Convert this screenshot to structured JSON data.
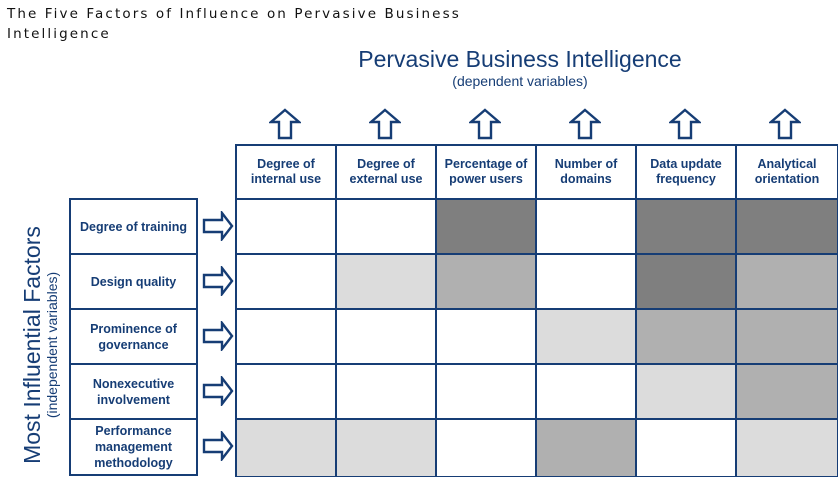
{
  "page": {
    "title": "The Five Factors of Influence on Pervasive Business Intelligence"
  },
  "diagram": {
    "dependent_title": "Pervasive Business Intelligence",
    "dependent_subtitle": "(dependent variables)",
    "independent_title": "Most Influential Factors",
    "independent_subtitle": "(independent variables)",
    "columns": [
      {
        "label": "Degree of internal use"
      },
      {
        "label": "Degree of external use"
      },
      {
        "label": "Percentage of power users"
      },
      {
        "label": "Number of domains"
      },
      {
        "label": "Data update frequency"
      },
      {
        "label": "Analytical orientation"
      }
    ],
    "rows": [
      {
        "label": "Degree of training",
        "cells": [
          "none",
          "none",
          "strong",
          "none",
          "strong",
          "strong"
        ]
      },
      {
        "label": "Design quality",
        "cells": [
          "none",
          "weak",
          "moderate",
          "none",
          "strong",
          "moderate"
        ]
      },
      {
        "label": "Prominence of governance",
        "cells": [
          "none",
          "none",
          "none",
          "weak",
          "moderate",
          "moderate"
        ]
      },
      {
        "label": "Nonexecutive involvement",
        "cells": [
          "none",
          "none",
          "none",
          "none",
          "weak",
          "moderate"
        ]
      },
      {
        "label": "Performance management methodology",
        "cells": [
          "weak",
          "weak",
          "none",
          "moderate",
          "none",
          "weak"
        ]
      }
    ],
    "shade_colors": {
      "none": "#ffffff",
      "weak": "#dcdcdc",
      "moderate": "#b0b0b0",
      "strong": "#7f7f7f"
    },
    "accent_color": "#163d75"
  }
}
